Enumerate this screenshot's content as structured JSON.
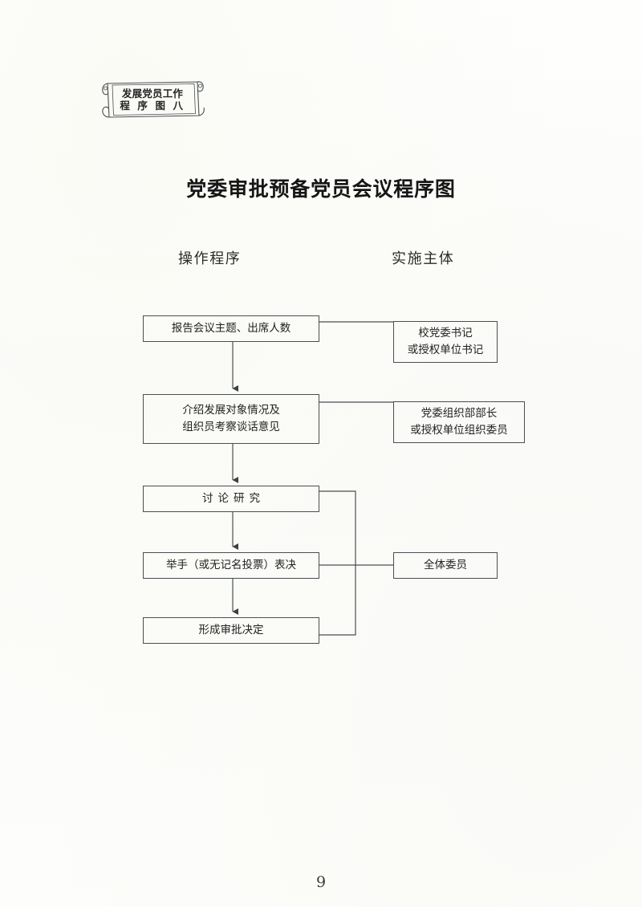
{
  "document": {
    "banner": {
      "line1": "发展党员工作",
      "line2": "程 序 图  八"
    },
    "title": "党委审批预备党员会议程序图",
    "page_number": "9"
  },
  "columns": {
    "left_header": "操作程序",
    "right_header": "实施主体"
  },
  "flow": {
    "left_steps": [
      {
        "id": "report",
        "line1": "报告会议主题、出席人数"
      },
      {
        "id": "intro",
        "line1": "介绍发展对象情况及",
        "line2": "组织员考察谈话意见"
      },
      {
        "id": "discuss",
        "line1": "讨论研究"
      },
      {
        "id": "vote",
        "line1": "举手（或无记名投票）表决"
      },
      {
        "id": "decision",
        "line1": "形成审批决定"
      }
    ],
    "right_actors": [
      {
        "id": "secretary",
        "line1": "校党委书记",
        "line2": "或授权单位书记"
      },
      {
        "id": "orgdept",
        "line1": "党委组织部部长",
        "line2": "或授权单位组织委员"
      },
      {
        "id": "allmembers",
        "line1": "全体委员"
      }
    ]
  },
  "colors": {
    "ink": "#222222",
    "line": "#4a4f52",
    "paper": "#fdfdfc"
  }
}
